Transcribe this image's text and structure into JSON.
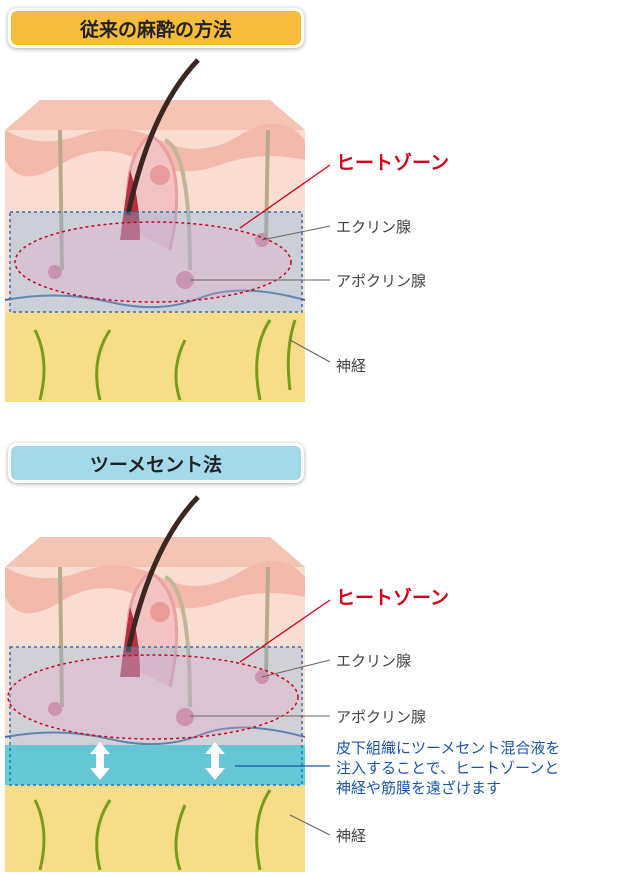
{
  "panels": [
    {
      "title": "従来の麻酔の方法",
      "title_color": "#F5BC3E",
      "labels": {
        "heat_zone": "ヒートゾーン",
        "eccrine": "エクリン腺",
        "apocrine": "アポクリン腺",
        "nerve": "神経"
      }
    },
    {
      "title": "ツーメセント法",
      "title_color": "#A3D9E8",
      "labels": {
        "heat_zone": "ヒートゾーン",
        "eccrine": "エクリン腺",
        "apocrine": "アポクリン腺",
        "nerve": "神経"
      },
      "note": [
        "皮下組織にツーメセント混合液を",
        "注入することで、ヒートゾーンと",
        "神経や筋膜を遠ざけます"
      ]
    }
  ],
  "colors": {
    "heat": "#d0021b",
    "note": "#1a56a8",
    "skin": "#f7cfc2",
    "fat": "#f7dc8a",
    "fluid": "#5fcfd0"
  }
}
